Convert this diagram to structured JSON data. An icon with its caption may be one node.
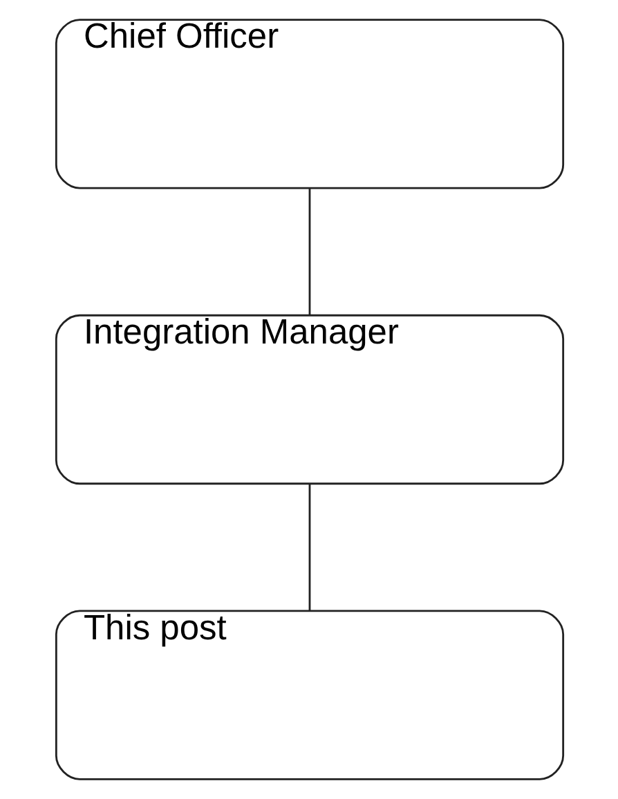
{
  "diagram": {
    "nodes": [
      {
        "text": [
          "Chief Officer"
        ]
      },
      {
        "text": [
          "Integration Manager"
        ]
      },
      {
        "text": [
          "This post"
        ]
      }
    ],
    "edges": [
      {
        "from": 0,
        "to": 1,
        "arrow": "none"
      },
      {
        "from": 1,
        "to": 2,
        "arrow": "none"
      }
    ]
  }
}
